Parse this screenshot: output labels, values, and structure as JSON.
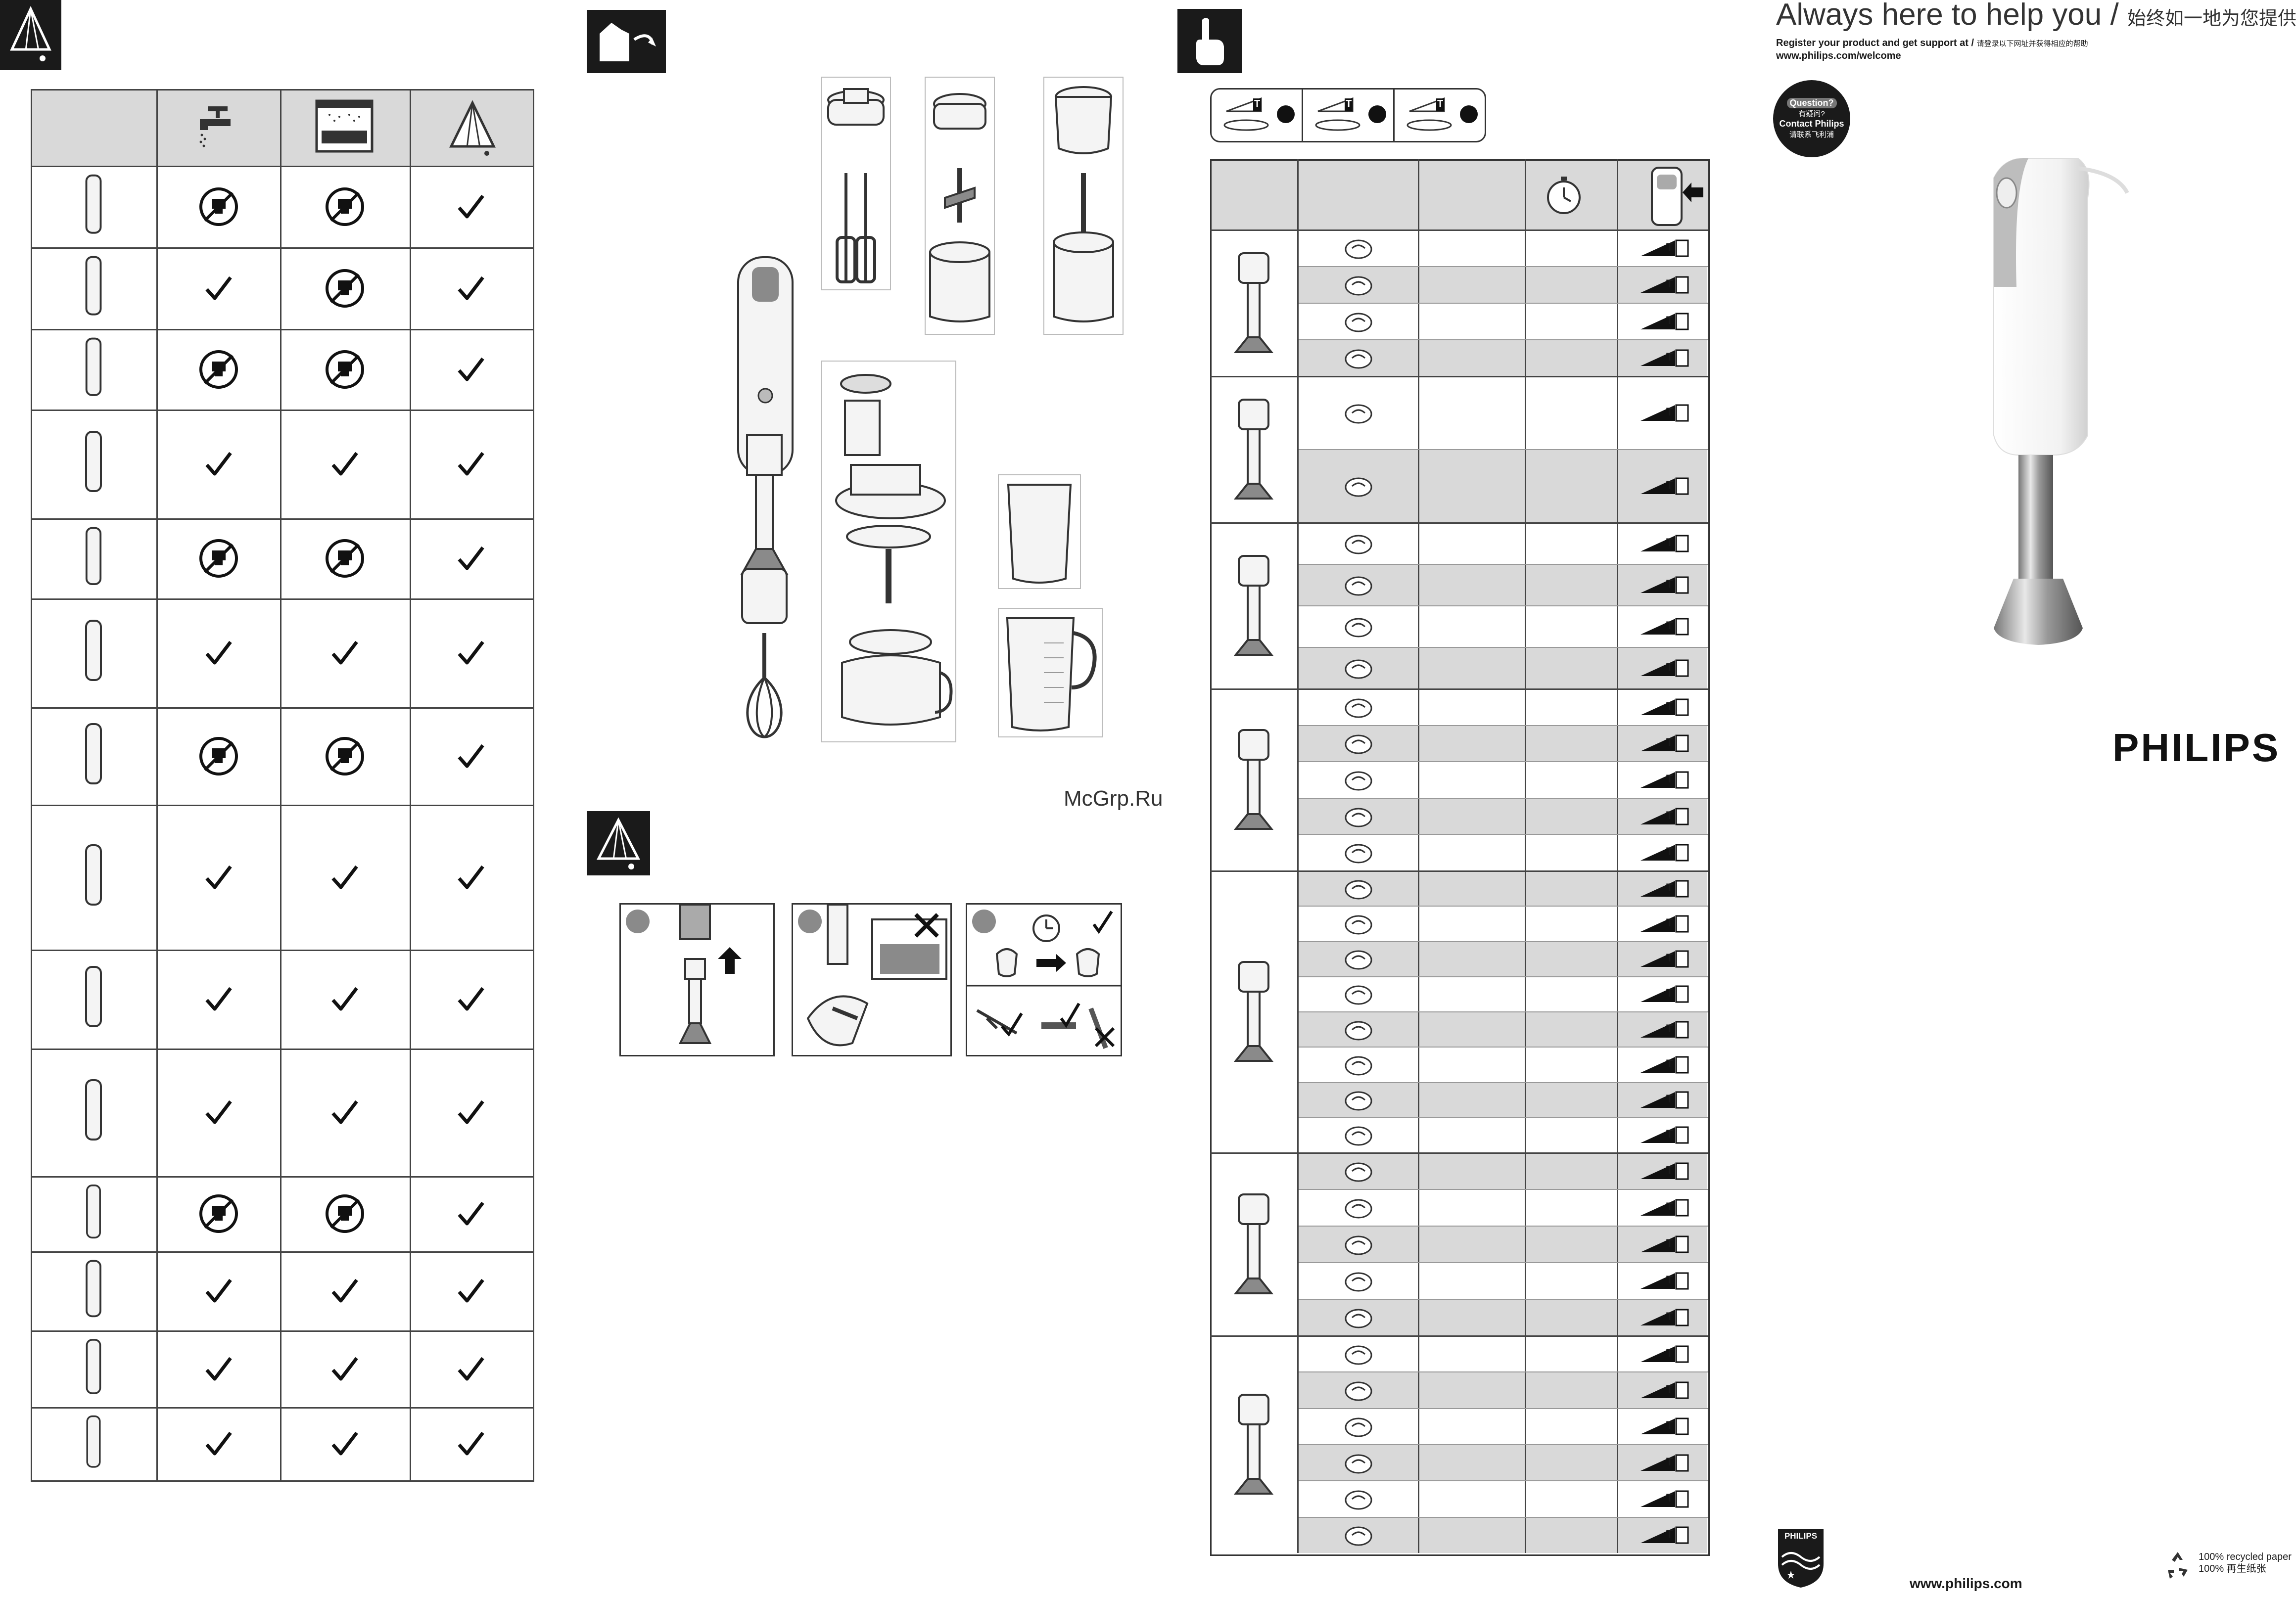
{
  "header": {
    "tagline": "Always here to help you /",
    "tagline_cn": "始终如一地为您提供帮助",
    "register_line": "Register your product and get support at /",
    "register_cn": "请登录以下网址并获得相应的帮助",
    "url": "www.philips.com/welcome",
    "badge_lines": [
      "Question?",
      "有疑问?",
      "Contact Philips",
      "请联系飞利浦"
    ]
  },
  "brand": {
    "wordmark": "PHILIPS",
    "shield_label": "PHILIPS"
  },
  "watermark": "McGrp.Ru",
  "footer": {
    "url": "www.philips.com",
    "recycled": "100% recycled paper",
    "recycled_cn": "100% 再生纸张"
  },
  "cleaning_table": {
    "columns": [
      "tap-icon",
      "dishwasher-icon",
      "cloth-icon"
    ],
    "rows": [
      {
        "item": "hand-blender-motor",
        "tap": "no",
        "dish": "no",
        "cloth": "yes"
      },
      {
        "item": "blender-bar",
        "tap": "yes",
        "dish": "no",
        "cloth": "yes"
      },
      {
        "item": "whisk-coupling",
        "tap": "no",
        "dish": "no",
        "cloth": "yes"
      },
      {
        "item": "whisk",
        "tap": "yes",
        "dish": "yes",
        "cloth": "yes"
      },
      {
        "item": "chopper-coupling",
        "tap": "no",
        "dish": "no",
        "cloth": "yes"
      },
      {
        "item": "beaters",
        "tap": "yes",
        "dish": "yes",
        "cloth": "yes"
      },
      {
        "item": "chopper-lids",
        "tap": "no",
        "dish": "no",
        "cloth": "yes"
      },
      {
        "item": "chopper-blades-bowls",
        "tap": "yes",
        "dish": "yes",
        "cloth": "yes"
      },
      {
        "item": "beaker",
        "tap": "yes",
        "dish": "yes",
        "cloth": "yes"
      },
      {
        "item": "measuring-jug",
        "tap": "yes",
        "dish": "yes",
        "cloth": "yes"
      },
      {
        "item": "processor-lid",
        "tap": "no",
        "dish": "no",
        "cloth": "yes"
      },
      {
        "item": "processor-accessories",
        "tap": "yes",
        "dish": "yes",
        "cloth": "yes"
      },
      {
        "item": "processor-bowl",
        "tap": "yes",
        "dish": "yes",
        "cloth": "yes"
      },
      {
        "item": "pusher-disc",
        "tap": "yes",
        "dish": "yes",
        "cloth": "yes"
      }
    ]
  },
  "usage_table": {
    "speed_legend_labels": [
      "T",
      "T",
      "T"
    ],
    "groups": [
      {
        "rows": 4
      },
      {
        "rows": 2
      },
      {
        "rows": 4
      },
      {
        "rows": 5
      },
      {
        "rows": 8
      },
      {
        "rows": 5
      },
      {
        "rows": 6
      }
    ],
    "turbo_label": "T"
  },
  "colors": {
    "black": "#1a1a1a",
    "gray_row": "#d9d9d9",
    "border": "#444444"
  }
}
